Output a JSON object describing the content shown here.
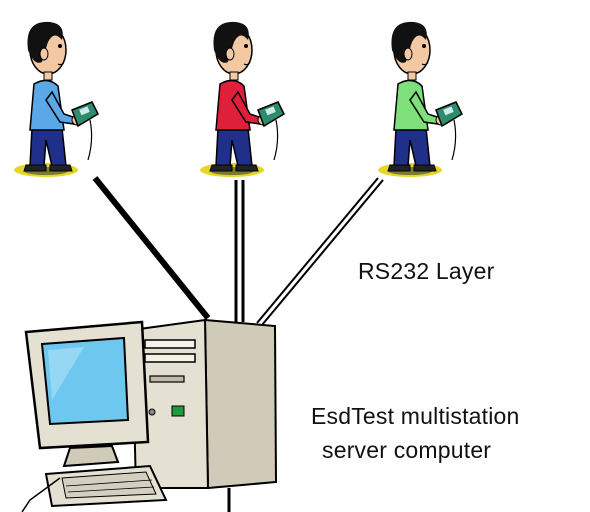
{
  "labels": {
    "layer": "RS232 Layer",
    "server_line1": "EsdTest multistation",
    "server_line2": "server computer"
  },
  "stations": [
    {
      "icon": "operator-with-handheld-tester",
      "shirt_color": "#5aa8e8"
    },
    {
      "icon": "operator-with-handheld-tester",
      "shirt_color": "#e0203a"
    },
    {
      "icon": "operator-with-handheld-tester",
      "shirt_color": "#7ee07a"
    }
  ],
  "computer": {
    "icon": "desktop-computer-icon",
    "screen_color": "#6ec7ee",
    "case_color": "#e4e1d2"
  }
}
